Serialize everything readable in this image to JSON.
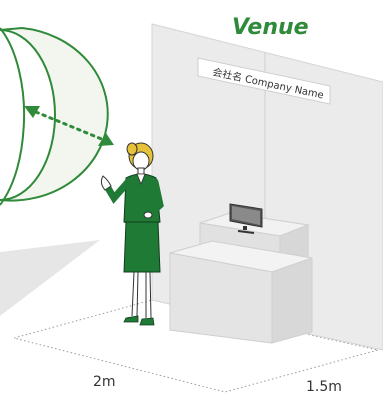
{
  "title": "Venue",
  "sign": {
    "text": "会社名 Company Name"
  },
  "dimensions": {
    "width": "2m",
    "depth": "1.5m"
  },
  "colors": {
    "accent": "#2f8a3a",
    "suit": "#1f7a35",
    "hair": "#e6c23a",
    "wall": "#e8e8e8",
    "box": "#e6e6e6"
  }
}
